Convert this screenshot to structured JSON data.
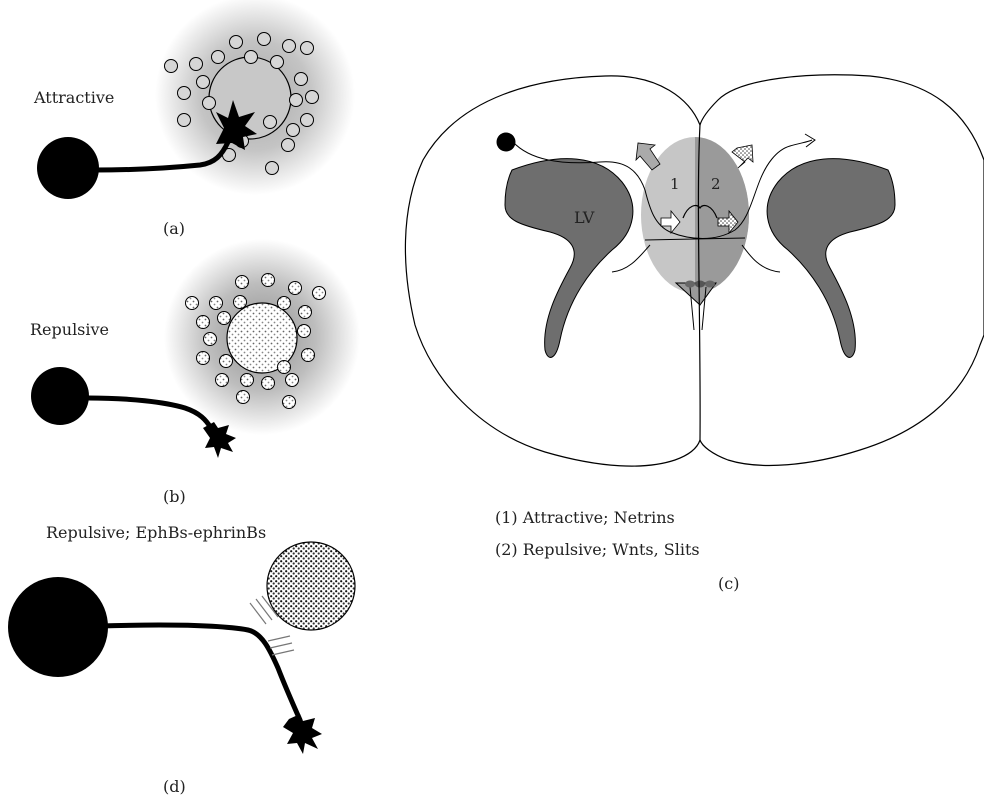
{
  "panel_a": {
    "label": "Attractive",
    "caption": "(a)"
  },
  "panel_b": {
    "label": "Repulsive",
    "caption": "(b)"
  },
  "panel_c": {
    "lv_label": "LV",
    "region_1": "1",
    "region_2": "2",
    "legend": [
      "(1) Attractive; Netrins",
      "(2) Repulsive; Wnts, Slits"
    ],
    "caption": "(c)"
  },
  "panel_d": {
    "label": "Repulsive; EphBs-ephrinBs",
    "caption": "(d)"
  },
  "colors": {
    "cell": "#000000",
    "ventricle": "#6e6e6e",
    "floor_plate": "#cccccc",
    "halo": "#b8b8b8"
  }
}
